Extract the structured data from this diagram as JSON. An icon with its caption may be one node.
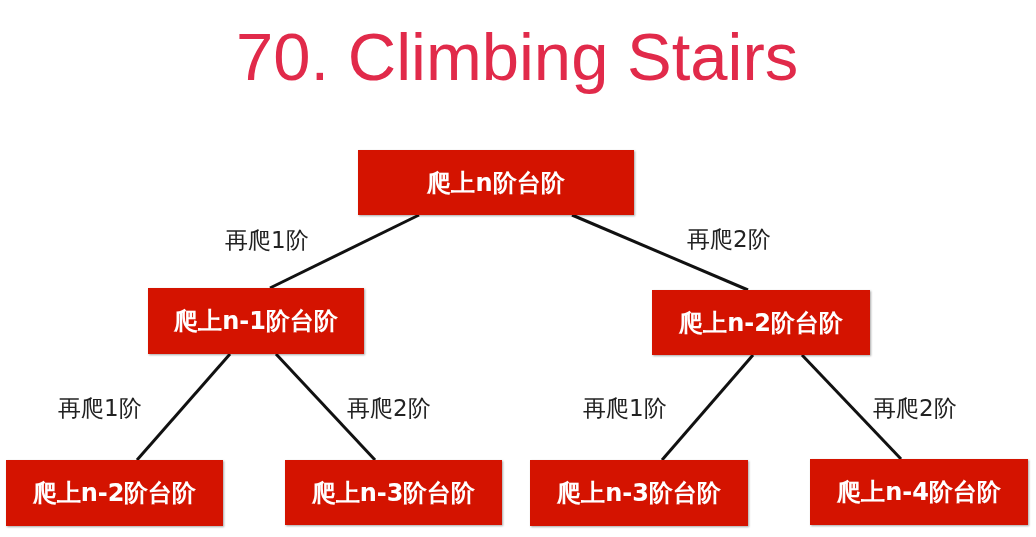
{
  "diagram": {
    "title": "70. Climbing Stairs",
    "nodes": [
      {
        "text": [
          "爬上n阶台阶"
        ]
      },
      {
        "text": [
          "爬上n-1阶台阶"
        ]
      },
      {
        "text": [
          "爬上n-2阶台阶"
        ]
      },
      {
        "text": [
          "爬上n-2阶台阶"
        ]
      },
      {
        "text": [
          "爬上n-3阶台阶"
        ]
      },
      {
        "text": [
          "爬上n-3阶台阶"
        ]
      },
      {
        "text": [
          "爬上n-4阶台阶"
        ]
      }
    ],
    "edges": [
      {
        "from": 0,
        "to": 1,
        "arrow": "none",
        "label": "再爬1阶"
      },
      {
        "from": 0,
        "to": 2,
        "arrow": "none",
        "label": "再爬2阶"
      },
      {
        "from": 1,
        "to": 3,
        "arrow": "none",
        "label": "再爬1阶"
      },
      {
        "from": 1,
        "to": 4,
        "arrow": "none",
        "label": "再爬2阶"
      },
      {
        "from": 2,
        "to": 5,
        "arrow": "none",
        "label": "再爬1阶"
      },
      {
        "from": 2,
        "to": 6,
        "arrow": "none",
        "label": "再爬2阶"
      }
    ]
  }
}
